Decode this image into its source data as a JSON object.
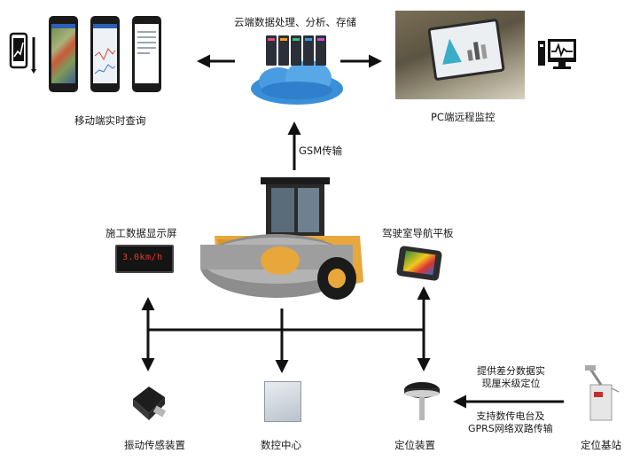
{
  "labels": {
    "cloud": "云端数据处理、分析、存储",
    "mobile": "移动端实时查询",
    "pc": "PC端远程监控",
    "gsm": "GSM传输",
    "display": "施工数据显示屏",
    "cab_tablet": "驾驶室导航平板",
    "vibration": "振动传感装置",
    "nc_center": "数控中心",
    "positioning": "定位装置",
    "base_station": "定位基站",
    "diff_line1": "提供差分数据实",
    "diff_line2": "现厘米级定位",
    "radio_line1": "支持数传电台及",
    "radio_line2": "GPRS网络双路传输"
  },
  "display_reading": "3.0km/h",
  "colors": {
    "arrow": "#111111",
    "cloud": "#3a8fd9",
    "roller_body": "#e8a73a",
    "drum": "#8d8d8d"
  }
}
